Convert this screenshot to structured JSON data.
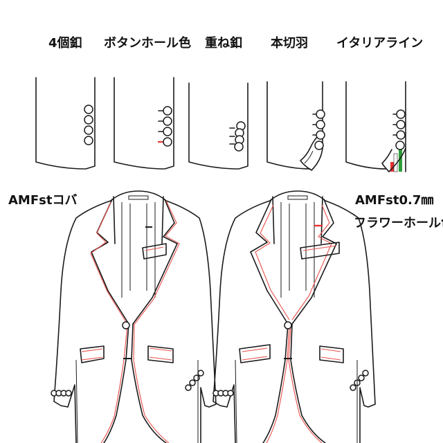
{
  "option_labels": [
    {
      "id": "four-buttons",
      "text": "4個釦"
    },
    {
      "id": "buttonhole-color",
      "text": "ボタンホール色"
    },
    {
      "id": "overlap-buttons",
      "text": "重ね釦"
    },
    {
      "id": "working-cuff",
      "text": "本切羽"
    },
    {
      "id": "italian-line",
      "text": "イタリアライン"
    }
  ],
  "jacket_labels": {
    "left": "AMFstコバ",
    "right_line1": "AMFst0.7㎜",
    "right_line2": "フラワーホール色"
  },
  "colors": {
    "stitch_red": "#e8504a",
    "flag_red": "#e8312e",
    "flag_white": "#ffffff",
    "flag_green": "#2e9e3a",
    "ink": "#1a1a1a"
  }
}
